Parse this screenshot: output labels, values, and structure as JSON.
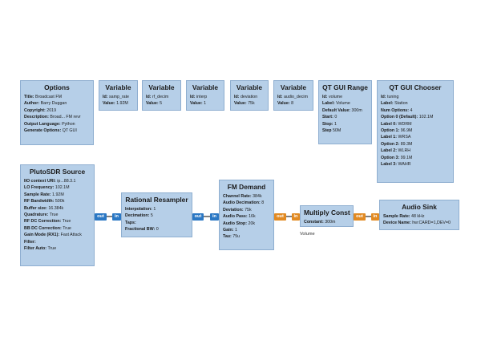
{
  "blocks": {
    "options": {
      "title": "Options",
      "rows": [
        {
          "k": "Title:",
          "v": "Broadcast FM"
        },
        {
          "k": "Author:",
          "v": "Barry Duggan"
        },
        {
          "k": "Copyright:",
          "v": "2019"
        },
        {
          "k": "Description:",
          "v": "Broad... FM revr"
        },
        {
          "k": "Output Language:",
          "v": "Python"
        },
        {
          "k": "Generate Options:",
          "v": "QT GUI"
        }
      ]
    },
    "var_samp_rate": {
      "title": "Variable",
      "rows": [
        {
          "k": "Id:",
          "v": "samp_rate"
        },
        {
          "k": "Value:",
          "v": "1.92M"
        }
      ]
    },
    "var_rf_decim": {
      "title": "Variable",
      "rows": [
        {
          "k": "Id:",
          "v": "rf_decim"
        },
        {
          "k": "Value:",
          "v": "5"
        }
      ]
    },
    "var_interp": {
      "title": "Variable",
      "rows": [
        {
          "k": "Id:",
          "v": "interp"
        },
        {
          "k": "Value:",
          "v": "1"
        }
      ]
    },
    "var_deviation": {
      "title": "Variable",
      "rows": [
        {
          "k": "Id:",
          "v": "deviation"
        },
        {
          "k": "Value:",
          "v": "75k"
        }
      ]
    },
    "var_audio_decim": {
      "title": "Variable",
      "rows": [
        {
          "k": "Id:",
          "v": "audio_decim"
        },
        {
          "k": "Value:",
          "v": "8"
        }
      ]
    },
    "qt_range": {
      "title": "QT GUI Range",
      "rows": [
        {
          "k": "Id:",
          "v": "volume"
        },
        {
          "k": "Label:",
          "v": "Volume"
        },
        {
          "k": "Default Value:",
          "v": "300m"
        },
        {
          "k": "Start:",
          "v": "0"
        },
        {
          "k": "Stop:",
          "v": "1"
        },
        {
          "k": "Step",
          "v": "50M"
        }
      ]
    },
    "qt_chooser": {
      "title": "QT GUI Chooser",
      "rows": [
        {
          "k": "Id:",
          "v": "tuning"
        },
        {
          "k": "Label:",
          "v": "Station"
        },
        {
          "k": "Num Options:",
          "v": "4"
        },
        {
          "k": "Option 0 (Default):",
          "v": "102.1M"
        },
        {
          "k": "Label 0:",
          "v": "WDRM"
        },
        {
          "k": "Option 1:",
          "v": "96.9M"
        },
        {
          "k": "Label 1:",
          "v": "WRSA"
        },
        {
          "k": "Option 2:",
          "v": "89.3M"
        },
        {
          "k": "Label 2:",
          "v": "WLRH"
        },
        {
          "k": "Option 3:",
          "v": "99.1M"
        },
        {
          "k": "Label 3:",
          "v": "WAHR"
        }
      ]
    },
    "pluto": {
      "title": "PlutoSDR Source",
      "rows": [
        {
          "k": "IIO context URI:",
          "v": "ip...88.3.1"
        },
        {
          "k": "LO Frequency:",
          "v": "102.1M"
        },
        {
          "k": "Sample Rate:",
          "v": "1.92M"
        },
        {
          "k": "RF Bandwidth:",
          "v": "500k"
        },
        {
          "k": "Buffer size:",
          "v": "16.384k"
        },
        {
          "k": "Quadrature:",
          "v": "True"
        },
        {
          "k": "RF DC Correction:",
          "v": "True"
        },
        {
          "k": "BB DC Correction:",
          "v": "True"
        },
        {
          "k": "Gain Mode (RX1):",
          "v": "Fast Attack"
        },
        {
          "k": "Filter:",
          "v": ""
        },
        {
          "k": "Filter Auto:",
          "v": "True"
        }
      ],
      "port_out": "out"
    },
    "resampler": {
      "title": "Rational Resampler",
      "rows": [
        {
          "k": "Interpolation:",
          "v": "1"
        },
        {
          "k": "Decimation:",
          "v": "5"
        },
        {
          "k": "Taps:",
          "v": ""
        },
        {
          "k": "Fractional BW:",
          "v": "0"
        }
      ],
      "port_in": "in",
      "port_out": "out"
    },
    "fm_demod": {
      "title": "FM Demand",
      "rows": [
        {
          "k": "Channel Rate:",
          "v": "384k"
        },
        {
          "k": "Audio Decimation:",
          "v": "8"
        },
        {
          "k": "Deviation:",
          "v": "75k"
        },
        {
          "k": "Audio Pass:",
          "v": "16k"
        },
        {
          "k": "Audio Stop:",
          "v": "20k"
        },
        {
          "k": "Gain:",
          "v": "1"
        },
        {
          "k": "Tau:",
          "v": "75u"
        }
      ],
      "port_in": "in",
      "port_out": "out"
    },
    "multiply": {
      "title": "Multiply Const",
      "rows": [
        {
          "k": "Constant:",
          "v": "300m"
        }
      ],
      "comment": "Volume",
      "port_in": "in",
      "port_out": "out"
    },
    "audio_sink": {
      "title": "Audio Sink",
      "rows": [
        {
          "k": "Sample Rate:",
          "v": "48 kHz"
        },
        {
          "k": "Device Name:",
          "v": "hw:CARD=1,DEV=0"
        }
      ],
      "port_in": "in"
    }
  },
  "colors": {
    "block_fill": "#b6cfe8",
    "block_border": "#8eaed0",
    "complex_port": "#2b78c4",
    "float_port": "#e28a22",
    "wire": "#000000"
  }
}
